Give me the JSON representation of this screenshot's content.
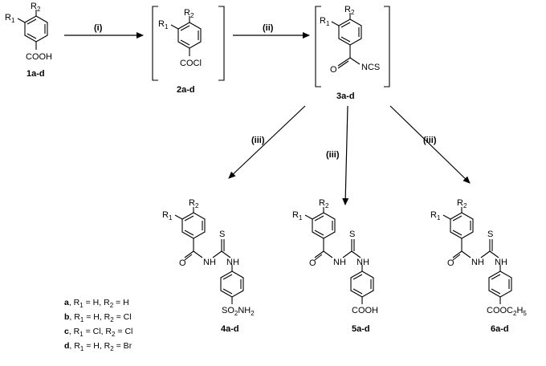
{
  "steps": {
    "step1": "(i)",
    "step2": "(ii)",
    "step3a": "(iii)",
    "step3b": "(iii)",
    "step3c": "(iii)"
  },
  "compounds": {
    "c1": "1a-d",
    "c2": "2a-d",
    "c3": "3a-d",
    "c4": "4a-d",
    "c5": "5a-d",
    "c6": "6a-d"
  },
  "groups": {
    "cooh": "COOH",
    "cocl": "COCl",
    "ncs": "NCS",
    "o": "O",
    "s": "S",
    "nh": "NH",
    "hn": "HN",
    "so2nh2_a": "SO",
    "so2nh2_b": "2",
    "so2nh2_c": "NH",
    "so2nh2_d": "2",
    "cooet_a": "COOC",
    "cooet_b": "2",
    "cooet_c": "H",
    "cooet_d": "5",
    "r": "R",
    "sub1": "1",
    "sub2": "2"
  },
  "legend": [
    {
      "key": "a",
      "text": ", R",
      "s1": "1",
      "mid": " = H, R",
      "s2": "2",
      "end": " = H"
    },
    {
      "key": "b",
      "text": ", R",
      "s1": "1",
      "mid": " = H, R",
      "s2": "2",
      "end": " = Cl"
    },
    {
      "key": "c",
      "text": ", R",
      "s1": "1",
      "mid": " = Cl, R",
      "s2": "2",
      "end": " = Cl"
    },
    {
      "key": "d",
      "text": ", R",
      "s1": "1",
      "mid": " = H, R",
      "s2": "2",
      "end": " = Br"
    }
  ]
}
